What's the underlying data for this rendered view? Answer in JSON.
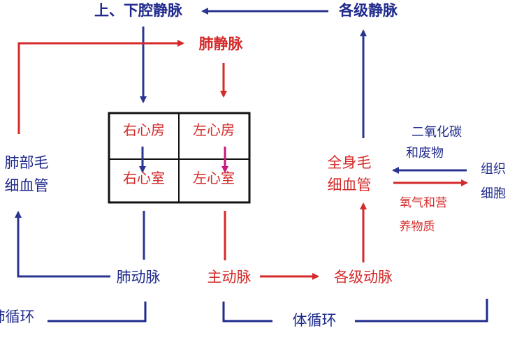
{
  "colors": {
    "systemic_veins_blue": "#1f2a8c",
    "pulmonary_red": "#d42a2a",
    "arrow_blue": "#2a3590",
    "arrow_red": "#d42a2a",
    "magenta_arrow": "#c8187a",
    "grid_border": "#111111",
    "bracket": "#1f2a8c"
  },
  "labels": {
    "vena_cava": "上、下腔静脉",
    "systemic_veins": "各级静脉",
    "pulmonary_vein": "肺静脉",
    "lung_capillaries_line1": "肺部毛",
    "lung_capillaries_line2": "细血管",
    "body_capillaries_line1": "全身毛",
    "body_capillaries_line2": "细血管",
    "co2_line1": "二氧化碳",
    "co2_line2": "和废物",
    "tissue_line1": "组织",
    "tissue_line2": "细胞",
    "o2_line1": "氧气和营",
    "o2_line2": "养物质",
    "pulmonary_artery": "肺动脉",
    "aorta": "主动脉",
    "systemic_arteries": "各级动脉",
    "pulmonary_circulation": "肺循环",
    "systemic_circulation": "体循环"
  },
  "heart": {
    "right_atrium": "右心房",
    "left_atrium": "左心房",
    "right_ventricle": "右心室",
    "left_ventricle": "左心室"
  }
}
